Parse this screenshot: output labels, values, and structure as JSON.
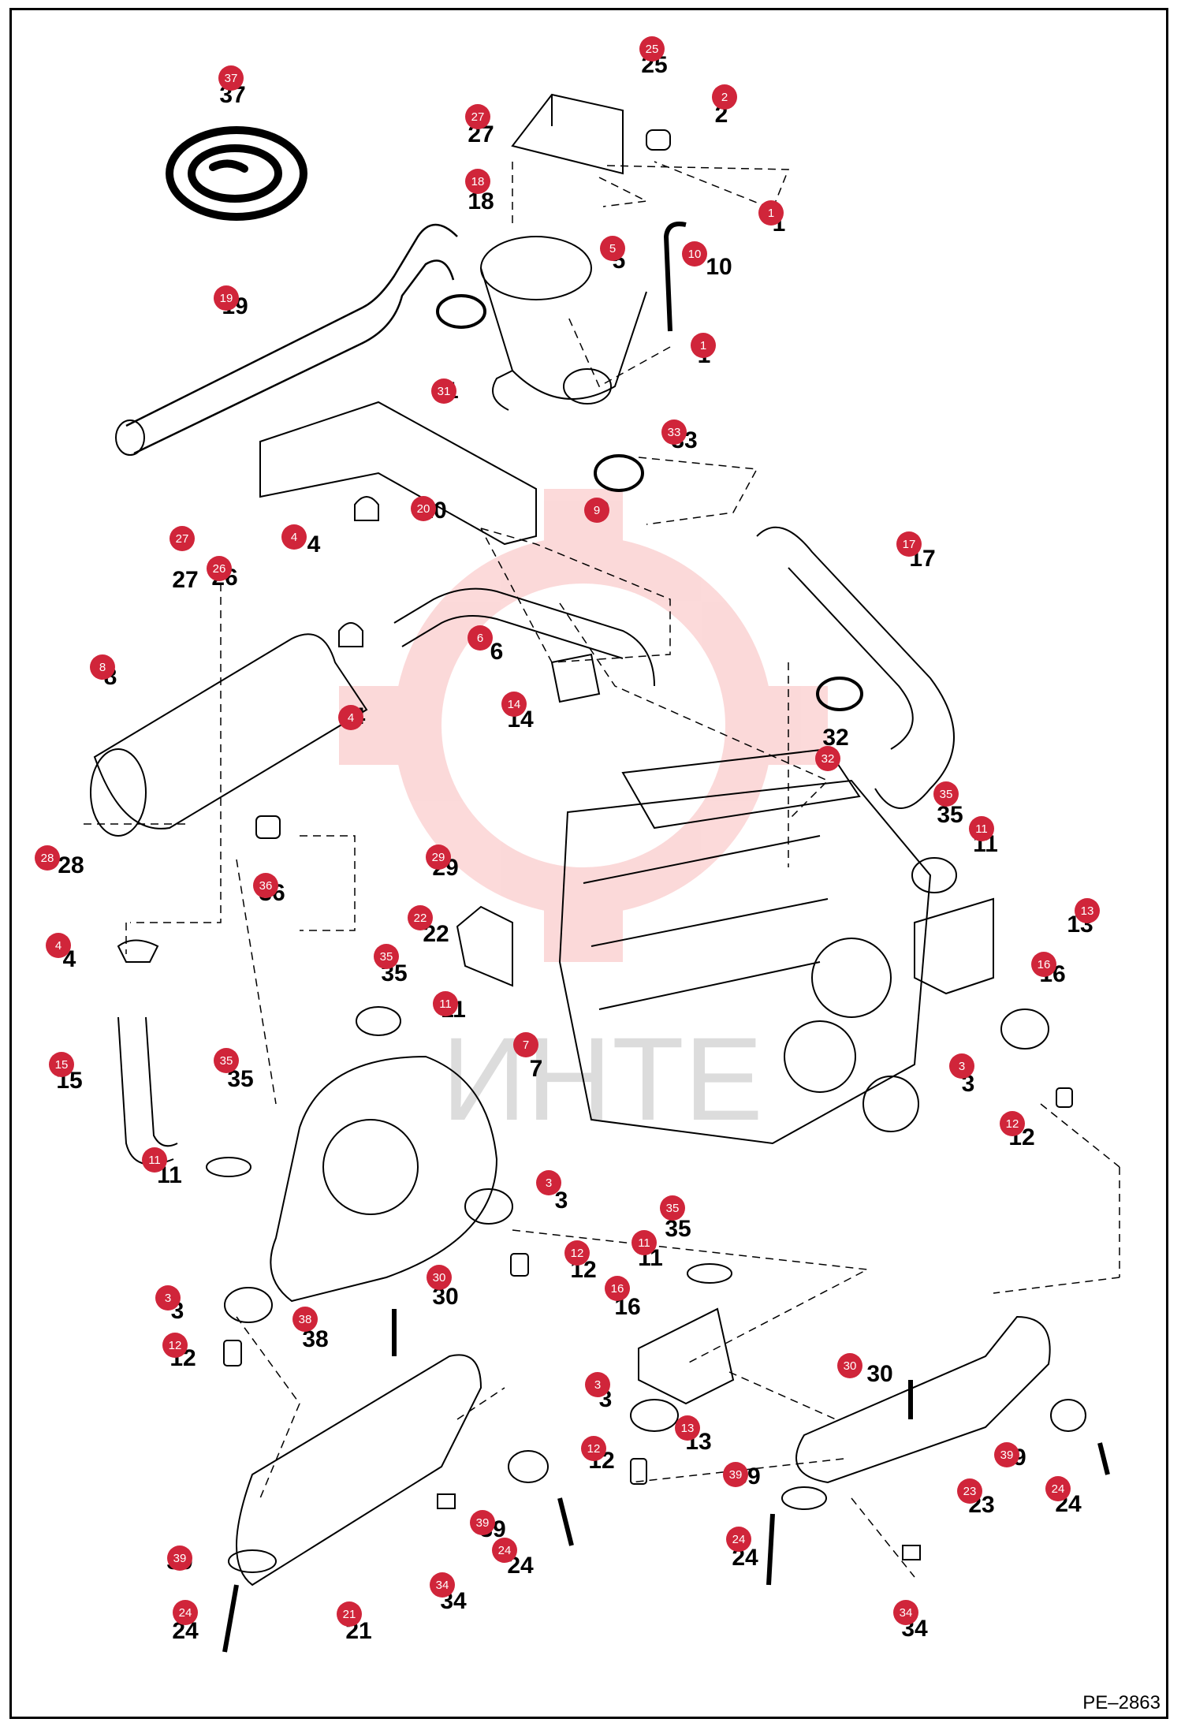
{
  "diagram": {
    "document_code": "PE–2863",
    "watermark_text": "ИНТЕ",
    "callout_color": "#d0253a",
    "callouts": [
      {
        "n": "37",
        "text": "37"
      },
      {
        "n": "25",
        "text": "25"
      },
      {
        "n": "2",
        "text": "2"
      },
      {
        "n": "27",
        "text": "27"
      },
      {
        "n": "18",
        "text": "18"
      },
      {
        "n": "1",
        "text": "1"
      },
      {
        "n": "10",
        "text": "10"
      },
      {
        "n": "5",
        "text": "5"
      },
      {
        "n": "19",
        "text": "19"
      },
      {
        "n": "1b",
        "text": "1"
      },
      {
        "n": "31",
        "text": "31"
      },
      {
        "n": "33",
        "text": "33"
      },
      {
        "n": "4",
        "text": "4"
      },
      {
        "n": "20",
        "text": "20"
      },
      {
        "n": "9",
        "text": "9"
      },
      {
        "n": "27b",
        "text": "27"
      },
      {
        "n": "26",
        "text": "26"
      },
      {
        "n": "17",
        "text": "17"
      },
      {
        "n": "8",
        "text": "8"
      },
      {
        "n": "6",
        "text": "6"
      },
      {
        "n": "4b",
        "text": "4"
      },
      {
        "n": "14",
        "text": "14"
      },
      {
        "n": "32",
        "text": "32"
      },
      {
        "n": "35",
        "text": "35"
      },
      {
        "n": "11",
        "text": "11"
      },
      {
        "n": "28",
        "text": "28"
      },
      {
        "n": "29",
        "text": "29"
      },
      {
        "n": "36",
        "text": "36"
      },
      {
        "n": "13",
        "text": "13"
      },
      {
        "n": "22",
        "text": "22"
      },
      {
        "n": "16",
        "text": "16"
      },
      {
        "n": "4c",
        "text": "4"
      },
      {
        "n": "35b",
        "text": "35"
      },
      {
        "n": "11b",
        "text": "11"
      },
      {
        "n": "7",
        "text": "7"
      },
      {
        "n": "3",
        "text": "3"
      },
      {
        "n": "15",
        "text": "15"
      },
      {
        "n": "35c",
        "text": "35"
      },
      {
        "n": "12",
        "text": "12"
      },
      {
        "n": "11c",
        "text": "11"
      },
      {
        "n": "3b",
        "text": "3"
      },
      {
        "n": "35d",
        "text": "35"
      },
      {
        "n": "12b",
        "text": "12"
      },
      {
        "n": "11d",
        "text": "11"
      },
      {
        "n": "16b",
        "text": "16"
      },
      {
        "n": "3c",
        "text": "3"
      },
      {
        "n": "30",
        "text": "30"
      },
      {
        "n": "38",
        "text": "38"
      },
      {
        "n": "12c",
        "text": "12"
      },
      {
        "n": "3d",
        "text": "3"
      },
      {
        "n": "30b",
        "text": "30"
      },
      {
        "n": "13b",
        "text": "13"
      },
      {
        "n": "12d",
        "text": "12"
      },
      {
        "n": "39",
        "text": "39"
      },
      {
        "n": "24",
        "text": "24"
      },
      {
        "n": "39b",
        "text": "39"
      },
      {
        "n": "23",
        "text": "23"
      },
      {
        "n": "39c",
        "text": "39"
      },
      {
        "n": "24b",
        "text": "24"
      },
      {
        "n": "24c",
        "text": "24"
      },
      {
        "n": "34",
        "text": "34"
      },
      {
        "n": "39d",
        "text": "39"
      },
      {
        "n": "24d",
        "text": "24"
      },
      {
        "n": "21",
        "text": "21"
      },
      {
        "n": "34b",
        "text": "34"
      }
    ],
    "labels": [
      "37",
      "25",
      "2",
      "27",
      "18",
      "1",
      "10",
      "5",
      "19",
      "1",
      "31",
      "33",
      "4",
      "20",
      "9",
      "27",
      "26",
      "17",
      "8",
      "6",
      "4",
      "14",
      "32",
      "35",
      "11",
      "28",
      "29",
      "36",
      "13",
      "22",
      "16",
      "4",
      "35",
      "11",
      "7",
      "3",
      "15",
      "35",
      "12",
      "11",
      "3",
      "35",
      "12",
      "11",
      "16",
      "3",
      "30",
      "38",
      "12",
      "3",
      "30",
      "13",
      "12",
      "39",
      "24",
      "39",
      "23",
      "39",
      "24",
      "24",
      "34",
      "39",
      "24",
      "21",
      "34"
    ]
  }
}
